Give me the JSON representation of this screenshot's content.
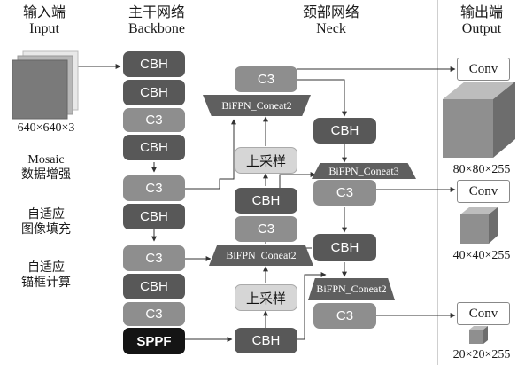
{
  "headers": {
    "input": {
      "cn": "输入端",
      "en": "Input"
    },
    "backbone": {
      "cn": "主干网络",
      "en": "Backbone"
    },
    "neck": {
      "cn": "颈部网络",
      "en": "Neck"
    },
    "output": {
      "cn": "输出端",
      "en": "Output"
    }
  },
  "input": {
    "size": "640×640×3",
    "aug1": [
      "Mosaic",
      "数据增强"
    ],
    "aug2": [
      "自适应",
      "图像填充"
    ],
    "aug3": [
      "自适应",
      "锚框计算"
    ]
  },
  "backbone": [
    "CBH",
    "CBH",
    "C3",
    "CBH",
    "C3",
    "CBH",
    "C3",
    "CBH",
    "C3",
    "SPPF"
  ],
  "neck": {
    "col1": {
      "c3_top": "C3",
      "bifpn_top": "BiFPN_Coneat2",
      "upsample1": "上采样",
      "cbh1": "CBH",
      "c3_mid": "C3",
      "bifpn_mid": "BiFPN_Coneat2",
      "upsample2": "上采样",
      "cbh2": "CBH"
    },
    "col2": {
      "cbh_top": "CBH",
      "bifpn3": "BiFPN_Coneat3",
      "c3_a": "C3",
      "cbh_mid": "CBH",
      "bifpn_low": "BiFPN_Coneat2",
      "c3_b": "C3"
    }
  },
  "output": {
    "conv": "Conv",
    "size1": "80×80×255",
    "size2": "40×40×255",
    "size3": "20×20×255"
  },
  "colors": {
    "light_block": "#8e8e8e",
    "dark_block": "#585858",
    "sppf": "#141414",
    "upsample": "#d6d6d6"
  }
}
